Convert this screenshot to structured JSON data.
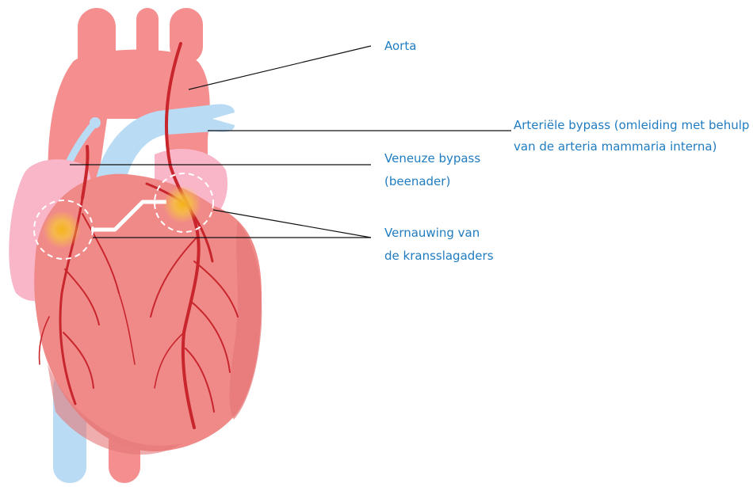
{
  "labels": {
    "aorta": "Aorta",
    "arterial_bypass_line1": "Arteriële bypass (omleiding met behulp",
    "arterial_bypass_line2": "van de arteria mammaria interna)",
    "venous_bypass_line1": "Veneuze bypass",
    "venous_bypass_line2": "(beenader)",
    "stenosis_line1": "Vernauwing van",
    "stenosis_line2": "de kransslagaders"
  },
  "colors": {
    "label_text": "#1f7cc1",
    "heart_body": "#f08a89",
    "heart_shadow": "#e57677",
    "vessel_red": "#f58f8f",
    "vessel_blue": "#b9dcf4",
    "atrium_pink": "#f9b6c8",
    "coronary_artery": "#c8262c",
    "stenosis_glow": "#f5b41a",
    "leader_line": "#111111"
  }
}
